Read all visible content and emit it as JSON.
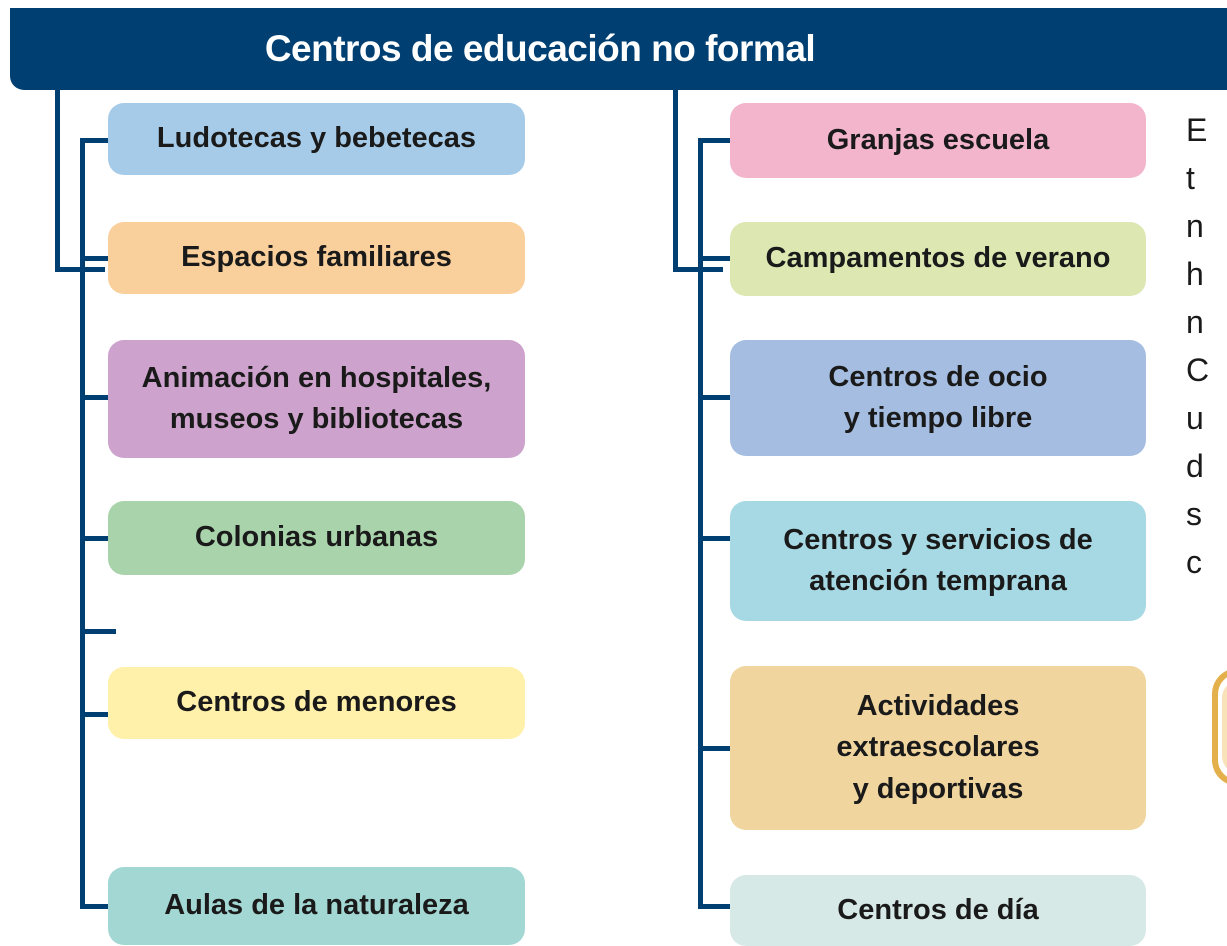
{
  "title": "Centros de educación no formal",
  "left_column": [
    {
      "label": "Ludotecas y bebetecas",
      "color": "#a6cbe8"
    },
    {
      "label": "Espacios familiares",
      "color": "#f9cf9b"
    },
    {
      "label": "Animación en hospitales,\nmuseos y bibliotecas",
      "color": "#cda2cc"
    },
    {
      "label": "Colonias urbanas",
      "color": "#a9d3ab"
    },
    {
      "label": "Centros de menores",
      "color": "#fff0aa"
    },
    {
      "label": "Aulas de la naturaleza",
      "color": "#a3d7d3"
    }
  ],
  "right_column": [
    {
      "label": "Granjas escuela",
      "color": "#f2b5cc"
    },
    {
      "label": "Campamentos de verano",
      "color": "#dce7b1"
    },
    {
      "label": "Centros de ocio\ny tiempo libre",
      "color": "#a4bde0"
    },
    {
      "label": "Centros y servicios de\natención temprana",
      "color": "#a6d9e4"
    },
    {
      "label": "Actividades\nextraescolares\ny deportivas",
      "color": "#f0d59f"
    },
    {
      "label": "Centros de día",
      "color": "#d7e9e6"
    }
  ],
  "side_text_fragment": "E\nt\nn\nh\nn\nC\nu\nd\ns\nc",
  "connector_color": "#003f72"
}
